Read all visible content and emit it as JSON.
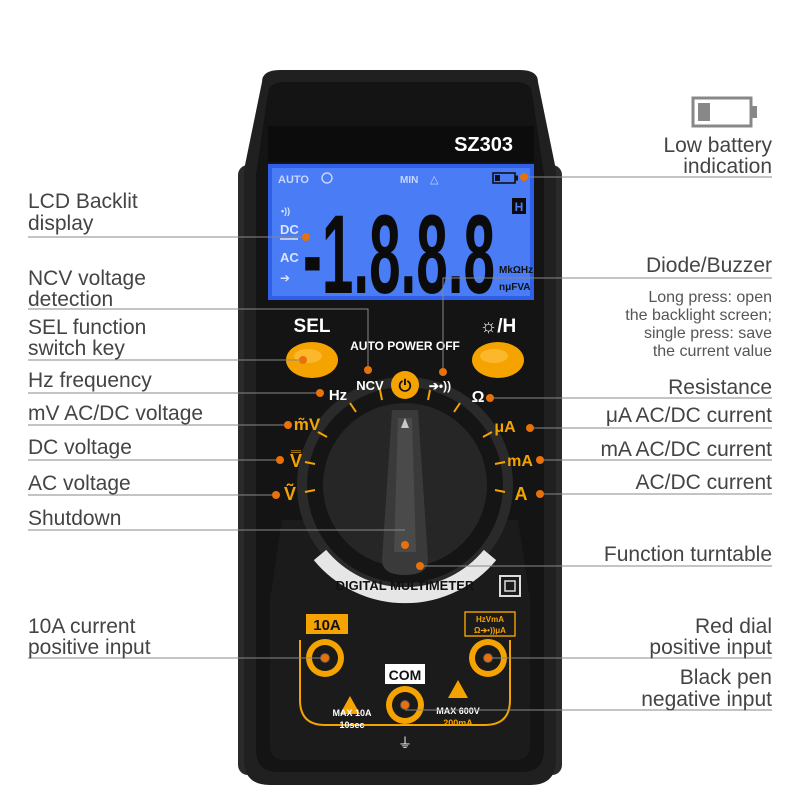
{
  "device": {
    "model": "SZ303",
    "lcd": {
      "auto": "AUTO",
      "min": "MIN",
      "delta": "△",
      "digits": "-1.8.8.8",
      "hold": "H",
      "sound": "•))",
      "dc": "DC",
      "ac": "AC",
      "units1": "MkΩHz",
      "units2": "nμFVA"
    },
    "sel_label": "SEL",
    "light_hold_label": "☼/H",
    "auto_power_off": "AUTO POWER OFF",
    "dial": {
      "hz": "Hz",
      "ncv": "NCV",
      "diode": "➔•))",
      "ohm": "Ω",
      "mv": "m̃V",
      "v_dc": "V̿",
      "v_ac": "Ṽ",
      "ua": "μA",
      "ma": "mA",
      "a": "A",
      "ring_text": "DIGITAL MULTIMETER"
    },
    "ports": {
      "tenA": "10A",
      "com": "COM",
      "red_top": "HzVmA",
      "red_bottom": "Ω➔•))μA",
      "max10": "MAX 10A",
      "tensec": "10sec",
      "max600": "MAX 600V",
      "ma200": "200mA"
    }
  },
  "labels": {
    "lcd_backlight": [
      "LCD Backlit",
      "display"
    ],
    "ncv": [
      "NCV voltage",
      "detection"
    ],
    "sel": [
      "SEL function",
      "switch key"
    ],
    "hz": [
      "Hz frequency"
    ],
    "mv": [
      "mV AC/DC voltage"
    ],
    "dc_v": [
      "DC voltage"
    ],
    "ac_v": [
      "AC voltage"
    ],
    "shutdown": [
      "Shutdown"
    ],
    "tenA": [
      "10A current",
      "positive input"
    ],
    "low_batt": [
      "Low battery",
      "indication"
    ],
    "diode": [
      "Diode/Buzzer"
    ],
    "diode_desc": [
      "Long press: open",
      "the backlight screen;",
      "single press: save",
      "the current value"
    ],
    "resistance": [
      "Resistance"
    ],
    "ua": [
      "μA AC/DC current"
    ],
    "ma": [
      "mA AC/DC current"
    ],
    "ac_dc": [
      "AC/DC current"
    ],
    "turntable": [
      "Function turntable"
    ],
    "red_dial": [
      "Red dial",
      "positive input"
    ],
    "black_pen": [
      "Black pen",
      "negative input"
    ]
  },
  "colors": {
    "accent": "#f5a300",
    "lcd": "#3d6df2",
    "body": "#1c1c1c",
    "lead": "#888888"
  }
}
